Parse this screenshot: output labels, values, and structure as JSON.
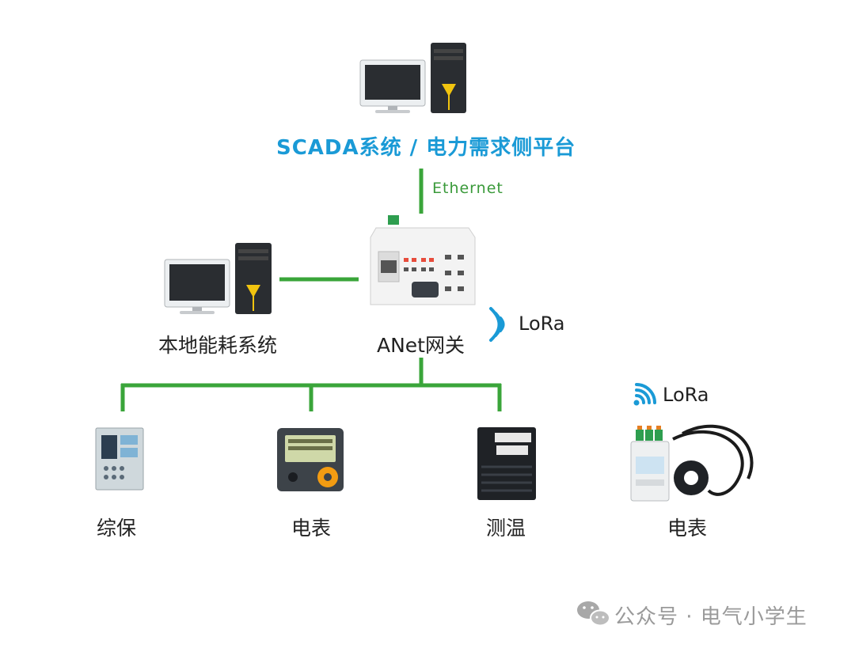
{
  "labels": {
    "platform": "SCADA系统 / 电力需求侧平台",
    "link": "Ethernet",
    "local_system": "本地能耗系统",
    "gateway": "ANet网关",
    "lora_gateway": "LoRa",
    "lora_meter": "LoRa",
    "device_protection": "综保",
    "device_meter": "电表",
    "device_temperature": "测温",
    "device_wireless_meter": "电表"
  },
  "footer": {
    "text": "公众号 · 电气小学生"
  },
  "colors": {
    "line_green": "#3aa53a",
    "title_blue": "#1a9ad6",
    "wifi_blue": "#1a9ad6",
    "footer_gray": "#9a9a9a"
  },
  "icons": {
    "wechat": "wechat-icon",
    "wireless": "wifi-signal-icon"
  }
}
